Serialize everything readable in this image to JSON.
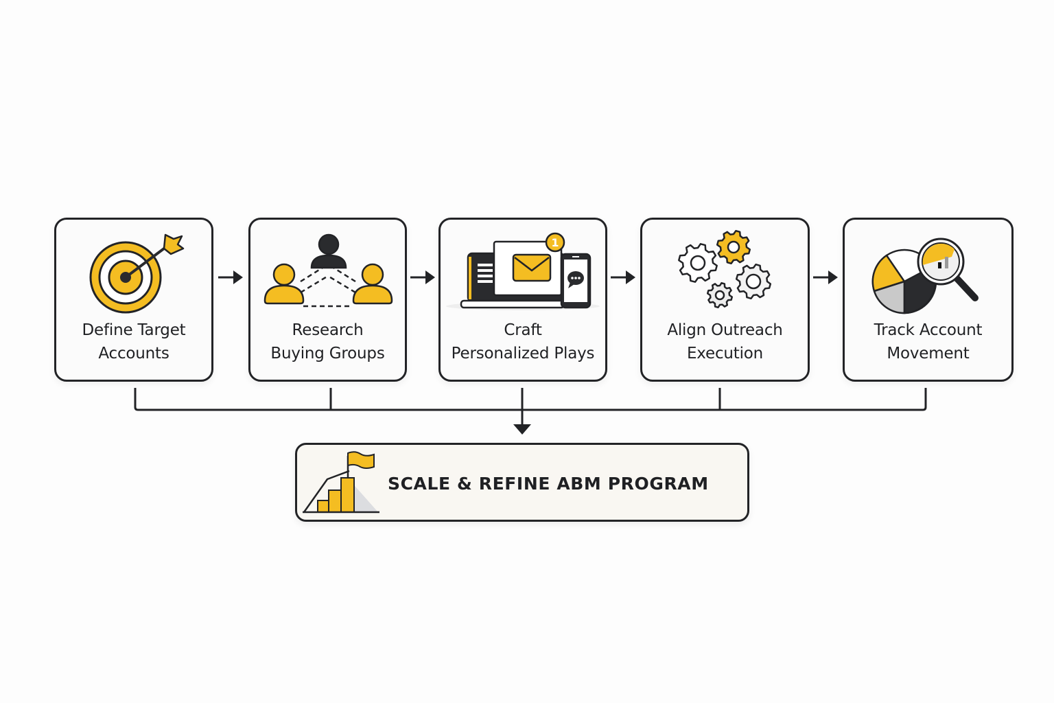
{
  "colors": {
    "accent": "#f4bd22",
    "outline": "#222326",
    "dark": "#2a2b2e",
    "grey": "#c9c9c9",
    "final_bg": "#f9f7f2"
  },
  "steps": [
    {
      "icon": "target-icon",
      "label_line1": "Define Target",
      "label_line2": "Accounts"
    },
    {
      "icon": "buying-group-icon",
      "label_line1": "Research",
      "label_line2": "Buying Groups"
    },
    {
      "icon": "multichannel-devices-icon",
      "label_line1": "Craft",
      "label_line2": "Personalized Plays",
      "badge": "1"
    },
    {
      "icon": "gears-icon",
      "label_line1": "Align Outreach",
      "label_line2": "Execution"
    },
    {
      "icon": "pie-chart-magnifier-icon",
      "label_line1": "Track Account",
      "label_line2": "Movement"
    }
  ],
  "final": {
    "icon": "growth-flag-icon",
    "title": "SCALE & REFINE ABM PROGRAM"
  }
}
